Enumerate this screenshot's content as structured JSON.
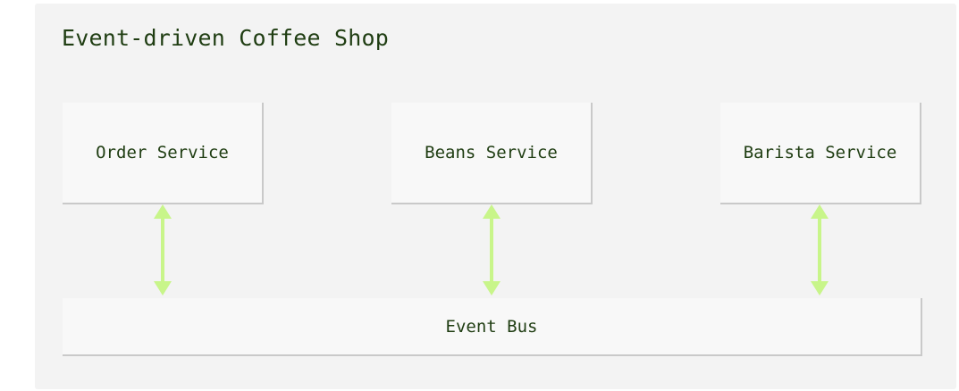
{
  "diagram": {
    "title": "Event-driven Coffee Shop",
    "services": [
      {
        "id": "order",
        "label": "Order Service"
      },
      {
        "id": "beans",
        "label": "Beans Service"
      },
      {
        "id": "barista",
        "label": "Barista Service"
      }
    ],
    "bus": {
      "label": "Event Bus"
    },
    "edges": [
      {
        "from": "order",
        "to": "bus",
        "direction": "bidirectional"
      },
      {
        "from": "beans",
        "to": "bus",
        "direction": "bidirectional"
      },
      {
        "from": "barista",
        "to": "bus",
        "direction": "bidirectional"
      }
    ],
    "colors": {
      "background": "#f3f3f3",
      "node_fill": "#f8f8f8",
      "node_shadow": "#c9c9c9",
      "text": "#1f3d12",
      "arrow": "#c8f58a"
    }
  }
}
